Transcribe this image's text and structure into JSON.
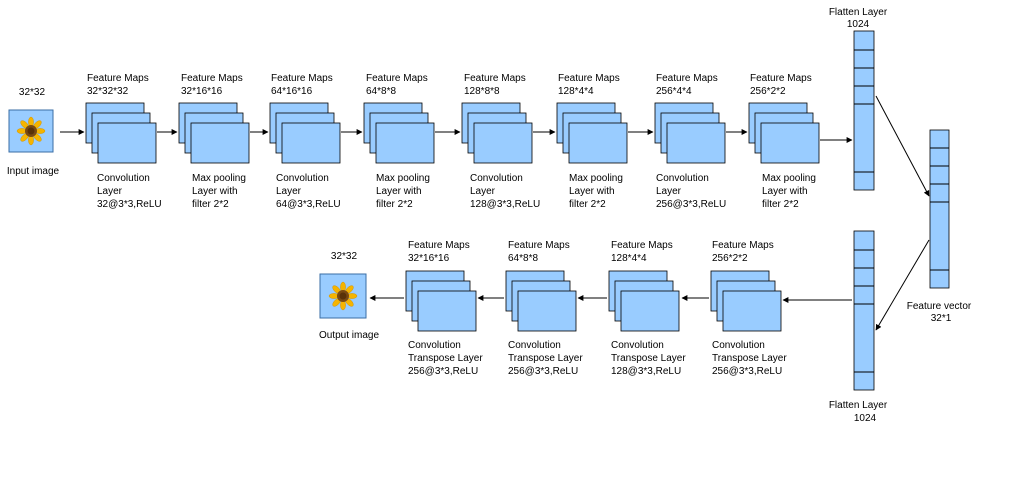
{
  "colors": {
    "map_fill": "#99ccff",
    "stroke": "#000000",
    "flower_petal": "#f5b400",
    "flower_center": "#7a4a12"
  },
  "input": {
    "size": "32*32",
    "label": "Input image"
  },
  "output": {
    "size": "32*32",
    "label": "Output image"
  },
  "encoder": [
    {
      "maps_title": "Feature Maps",
      "maps_size": "32*32*32",
      "layer": [
        "Convolution",
        "Layer",
        "32@3*3,ReLU"
      ]
    },
    {
      "maps_title": "Feature Maps",
      "maps_size": "32*16*16",
      "layer": [
        "Max pooling",
        "Layer with",
        "filter 2*2"
      ]
    },
    {
      "maps_title": "Feature Maps",
      "maps_size": "64*16*16",
      "layer": [
        "Convolution",
        "Layer",
        "64@3*3,ReLU"
      ]
    },
    {
      "maps_title": "Feature Maps",
      "maps_size": "64*8*8",
      "layer": [
        "Max pooling",
        "Layer with",
        "filter 2*2"
      ]
    },
    {
      "maps_title": "Feature Maps",
      "maps_size": "128*8*8",
      "layer": [
        "Convolution",
        "Layer",
        "128@3*3,ReLU"
      ]
    },
    {
      "maps_title": "Feature Maps",
      "maps_size": "128*4*4",
      "layer": [
        "Max pooling",
        "Layer with",
        "filter 2*2"
      ]
    },
    {
      "maps_title": "Feature Maps",
      "maps_size": "256*4*4",
      "layer": [
        "Convolution",
        "Layer",
        "256@3*3,ReLU"
      ]
    },
    {
      "maps_title": "Feature Maps",
      "maps_size": "256*2*2",
      "layer": [
        "Max pooling",
        "Layer with",
        "filter 2*2"
      ]
    }
  ],
  "decoder": [
    {
      "maps_title": "Feature Maps",
      "maps_size": "32*16*16",
      "layer": [
        "Convolution",
        "Transpose Layer",
        "256@3*3,ReLU"
      ]
    },
    {
      "maps_title": "Feature Maps",
      "maps_size": "64*8*8",
      "layer": [
        "Convolution",
        "Transpose Layer",
        "256@3*3,ReLU"
      ]
    },
    {
      "maps_title": "Feature Maps",
      "maps_size": "128*4*4",
      "layer": [
        "Convolution",
        "Transpose Layer",
        "128@3*3,ReLU"
      ]
    },
    {
      "maps_title": "Feature Maps",
      "maps_size": "256*2*2",
      "layer": [
        "Convolution",
        "Transpose Layer",
        "256@3*3,ReLU"
      ]
    }
  ],
  "flatten_top": {
    "title": "Flatten Layer",
    "size": "1024"
  },
  "flatten_bottom": {
    "title": "Flatten Layer",
    "size": "1024"
  },
  "feature_vector": {
    "title": "Feature vector",
    "size": "32*1"
  }
}
